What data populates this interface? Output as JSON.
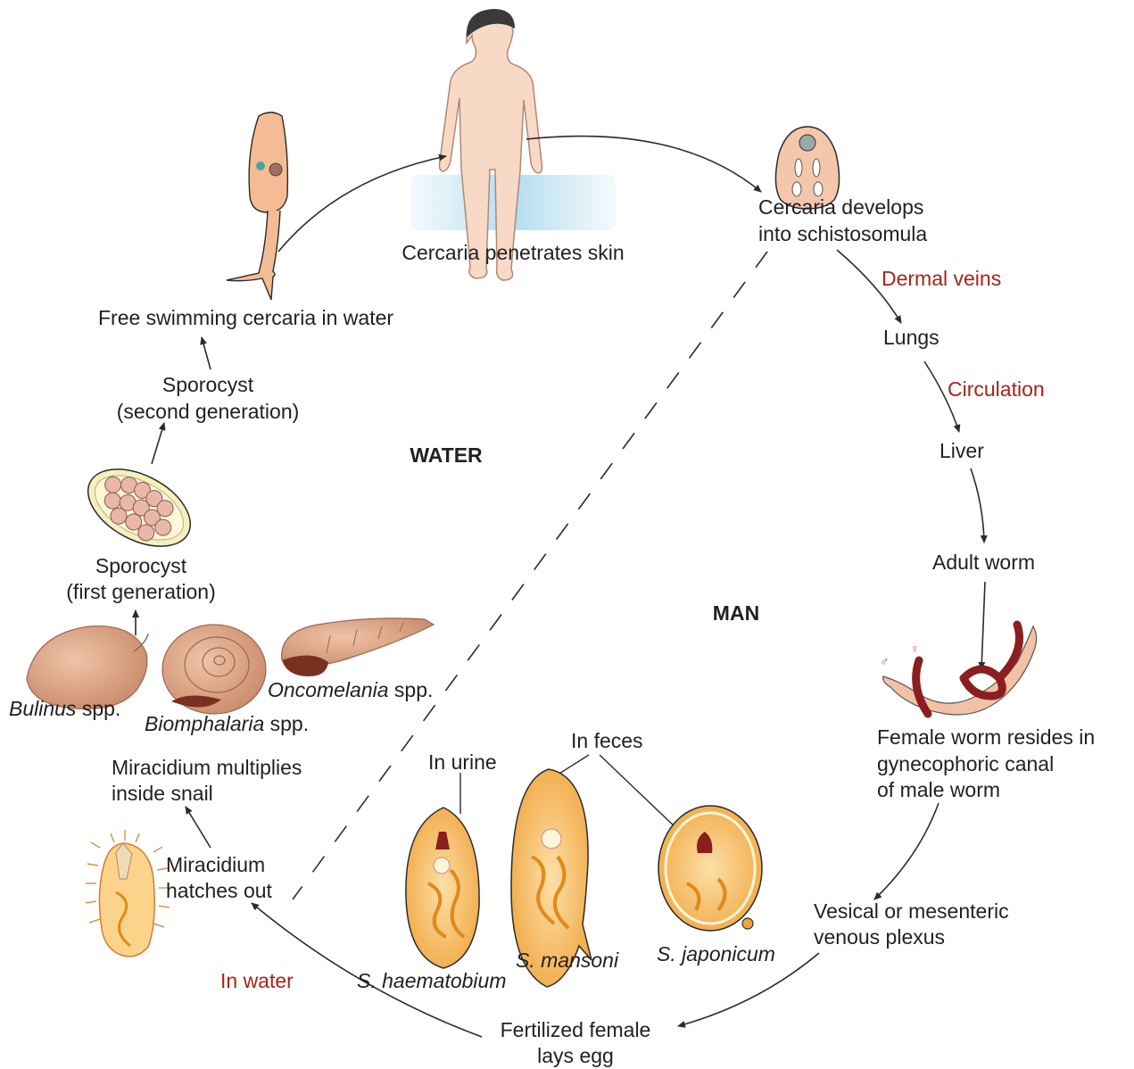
{
  "regions": {
    "water": "WATER",
    "man": "MAN"
  },
  "labels": {
    "cercaria_penetrates": "Cercaria penetrates skin",
    "schistosomula_1": "Cercaria develops",
    "schistosomula_2": "into schistosomula",
    "dermal_veins": "Dermal veins",
    "lungs": "Lungs",
    "circulation": "Circulation",
    "liver": "Liver",
    "adult_worm": "Adult worm",
    "female_resides_1": "Female worm resides in",
    "female_resides_2": "gynecophoric canal",
    "female_resides_3": "of male worm",
    "plexus_1": "Vesical or mesenteric",
    "plexus_2": "venous plexus",
    "lays_egg_1": "Fertilized female",
    "lays_egg_2": "lays egg",
    "in_water": "In water",
    "miracidium_hatches_1": "Miracidium",
    "miracidium_hatches_2": "hatches out",
    "miracidium_multiplies_1": "Miracidium multiplies",
    "miracidium_multiplies_2": "inside snail",
    "sporocyst_first_1": "Sporocyst",
    "sporocyst_first_2": "(first generation)",
    "sporocyst_second_1": "Sporocyst",
    "sporocyst_second_2": "(second generation)",
    "free_swimming": "Free swimming cercaria in water",
    "in_urine": "In urine",
    "in_feces": "In feces"
  },
  "snails": [
    {
      "genus": "Bulinus",
      "suffix": " spp."
    },
    {
      "genus": "Biomphalaria",
      "suffix": " spp."
    },
    {
      "genus": "Oncomelania",
      "suffix": " spp."
    }
  ],
  "eggs": [
    {
      "species": "S. haematobium"
    },
    {
      "species": "S. mansoni"
    },
    {
      "species": "S. japonicum"
    }
  ],
  "colors": {
    "text": "#231f20",
    "highlight_red": "#a8231c",
    "skin": "#f7d9c6",
    "shell": "#d9a184",
    "worm_red": "#8b1e1e",
    "egg_orange": "#f0a640",
    "water_blue": "#bfe3f2"
  }
}
